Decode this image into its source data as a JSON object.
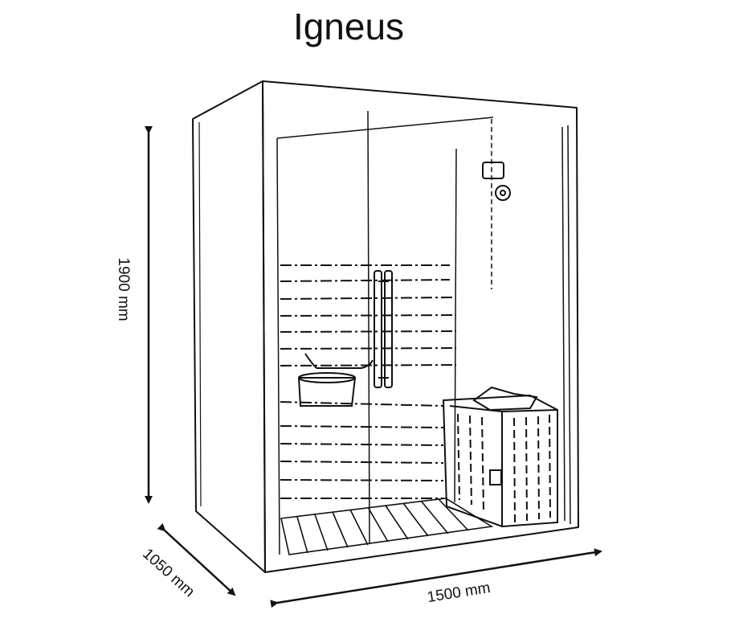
{
  "title": "Igneus",
  "dimensions": {
    "height": "1900 mm",
    "depth": "1050 mm",
    "width": "1500 mm"
  },
  "colors": {
    "line": "#111111",
    "background": "#ffffff"
  }
}
